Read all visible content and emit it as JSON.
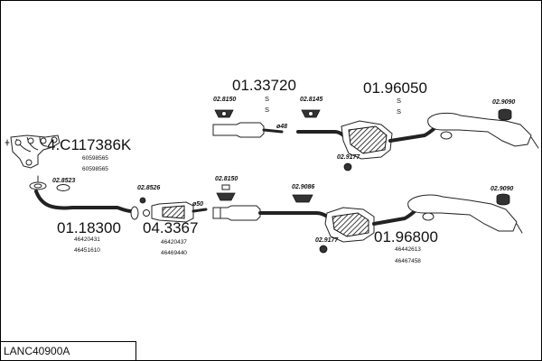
{
  "drawing_code": "LANC40900A",
  "parts": [
    {
      "id": "manifold",
      "number": "4.C117386K",
      "oem": [
        "60598565",
        "60598565"
      ]
    },
    {
      "id": "front-pipe",
      "number": "01.18300",
      "oem": [
        "46420431",
        "46451610"
      ]
    },
    {
      "id": "catalyst",
      "number": "04.3367",
      "oem": [
        "46420437",
        "46469440"
      ]
    },
    {
      "id": "middle-pipe-upper",
      "number": "01.33720",
      "oem": [
        "S",
        "S"
      ]
    },
    {
      "id": "rear-silencer-upper",
      "number": "01.96050",
      "oem": [
        "S",
        "S"
      ]
    },
    {
      "id": "rear-silencer-lower",
      "number": "01.96800",
      "oem": [
        "46442613",
        "46467458"
      ]
    }
  ],
  "accessories": {
    "a1": "02.8523",
    "a2": "02.8526",
    "a3": "02.8150",
    "a4": "02.8150",
    "a5": "02.8145",
    "a6": "02.9090",
    "a7": "02.9177",
    "a8": "02.9086",
    "a9": "02.9177",
    "a10": "02.9090"
  },
  "diameters": {
    "upper": "ø48",
    "lower": "ø50"
  }
}
